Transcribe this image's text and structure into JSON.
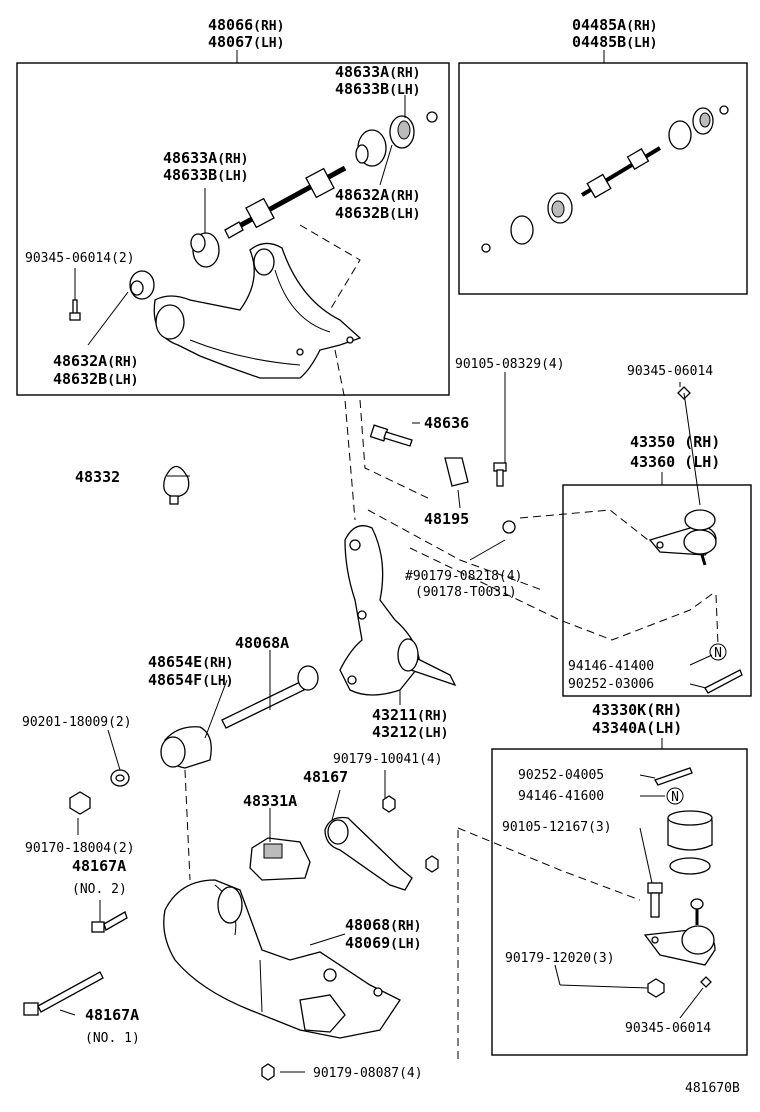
{
  "labels": {
    "p48066": "48066",
    "p48066_s": "(RH)",
    "p48067": "48067",
    "p48067_s": "(LH)",
    "p04485a": "04485A",
    "p04485a_s": "(RH)",
    "p04485b": "04485B",
    "p04485b_s": "(LH)",
    "p48633a_top": "48633A",
    "p48633a_top_s": "(RH)",
    "p48633b_top": "48633B",
    "p48633b_top_s": "(LH)",
    "p48633a_mid": "48633A",
    "p48633a_mid_s": "(RH)",
    "p48633b_mid": "48633B",
    "p48633b_mid_s": "(LH)",
    "p48632a_mid": "48632A",
    "p48632a_mid_s": "(RH)",
    "p48632b_mid": "48632B",
    "p48632b_mid_s": "(LH)",
    "p90345_06014_2": "90345-06014(2)",
    "p48632a_low": "48632A",
    "p48632a_low_s": "(RH)",
    "p48632b_low": "48632B",
    "p48632b_low_s": "(LH)",
    "p90105_08329": "90105-08329(4)",
    "p90345_06014": "90345-06014",
    "p48636": "48636",
    "p48332": "48332",
    "p43350": "43350 (RH)",
    "p43360": "43360 (LH)",
    "p48195": "48195",
    "p90179_08218": "#90179-08218(4)",
    "p90178_t0031": "(90178-T0031)",
    "p48068a": "48068A",
    "p48654e": "48654E",
    "p48654e_s": "(RH)",
    "p48654f": "48654F",
    "p48654f_s": "(LH)",
    "p94146_41400": "94146-41400",
    "p90252_03006": "90252-03006",
    "p90201_18009": "90201-18009(2)",
    "p43211": "43211",
    "p43211_s": "(RH)",
    "p43212": "43212",
    "p43212_s": "(LH)",
    "p43330k": "43330K(RH)",
    "p43340a": "43340A(LH)",
    "p90179_10041": "90179-10041(4)",
    "p48167": "48167",
    "p90252_04005": "90252-04005",
    "p48331a": "48331A",
    "p94146_41600": "94146-41600",
    "p90170_18004": "90170-18004(2)",
    "p48167a_no2": "48167A",
    "p48167a_no2_s": "(NO. 2)",
    "p90105_12167": "90105-12167(3)",
    "p48068": "48068",
    "p48068_s": "(RH)",
    "p48069": "48069",
    "p48069_s": "(LH)",
    "p90179_12020": "90179-12020(3)",
    "p48167a_no1": "48167A",
    "p48167a_no1_s": "(NO. 1)",
    "p90345_06014_b": "90345-06014",
    "p90179_08087": "90179-08087(4)",
    "n_symbol_1": "N",
    "n_symbol_2": "N",
    "diagram_id": "481670B"
  }
}
